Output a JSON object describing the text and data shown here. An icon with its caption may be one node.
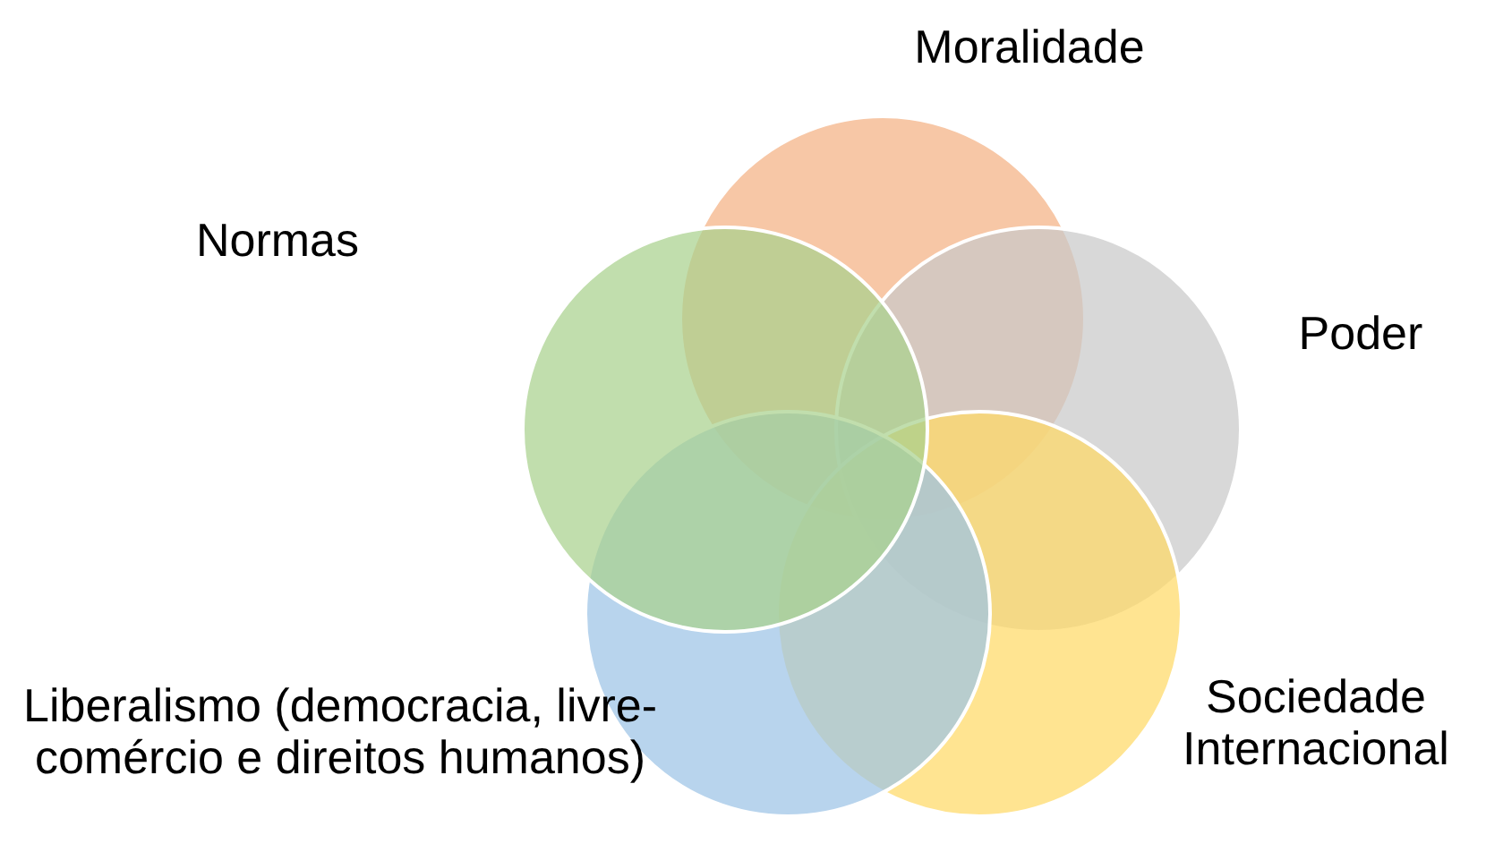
{
  "diagram": {
    "nodes": [
      {
        "text": [
          "Moralidade"
        ]
      },
      {
        "text": [
          "Normas"
        ]
      },
      {
        "text": [
          "Poder"
        ]
      },
      {
        "text": [
          "Liberalismo (democracia, livre-comércio e direitos humanos)"
        ]
      },
      {
        "text": [
          "Sociedade Internacional"
        ]
      }
    ]
  }
}
